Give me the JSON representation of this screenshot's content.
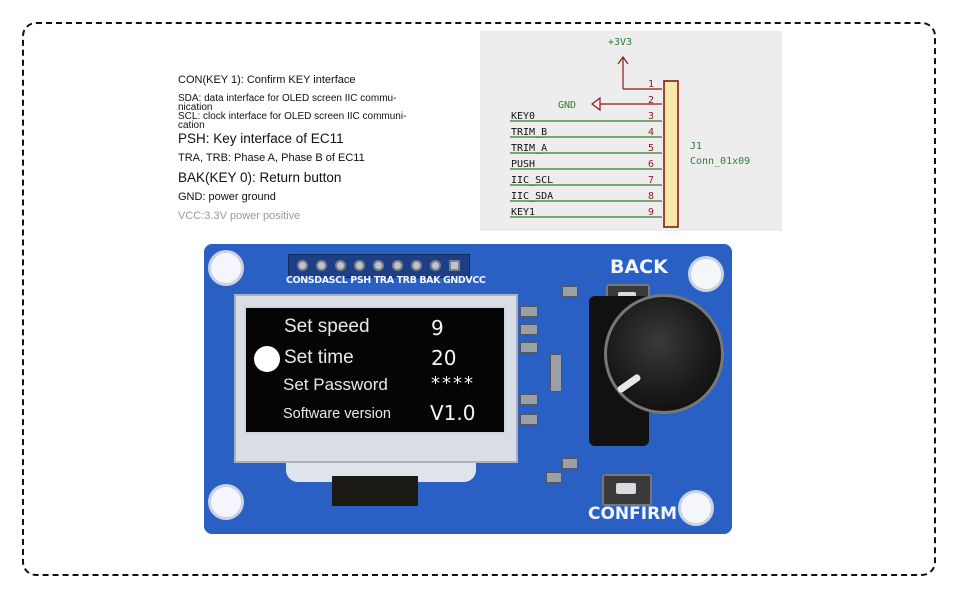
{
  "legend": [
    "CON(KEY 1): Confirm KEY interface",
    "SDA: data interface for OLED screen IIC commu-",
    "nication",
    "SCL: clock interface for OLED screen IIC communi-",
    "cation",
    "PSH: Key interface of EC11",
    "TRA, TRB: Phase A, Phase B of EC11",
    "BAK(KEY 0): Return button",
    "GND: power ground",
    "VCC:3.3V power positive"
  ],
  "schematic": {
    "power_label": "+3V3",
    "gnd_label": "GND",
    "ref": "J1",
    "value": "Conn_01x09",
    "pin_numbers": [
      "1",
      "2",
      "3",
      "4",
      "5",
      "6",
      "7",
      "8",
      "9"
    ],
    "net_labels": [
      "KEY0",
      "TRIM_B",
      "TRIM_A",
      "PUSH",
      "IIC_SCL",
      "IIC_SDA",
      "KEY1"
    ]
  },
  "board": {
    "pin_labels": "CONSDASCL PSH TRA TRB BAK GNDVCC",
    "back_label": "BACK",
    "confirm_label": "CONFIRM"
  },
  "screen": {
    "menu": [
      {
        "label": "Set speed",
        "value": "9"
      },
      {
        "label": "Set time",
        "value": "20"
      },
      {
        "label": "Set Password",
        "value": "****"
      },
      {
        "label": "Software version",
        "value": "V1.0"
      }
    ]
  },
  "colors": {
    "board_blue": "#2a5fc4",
    "schematic_wire": "#2e7d32",
    "schematic_pin": "#8b1a1a"
  }
}
